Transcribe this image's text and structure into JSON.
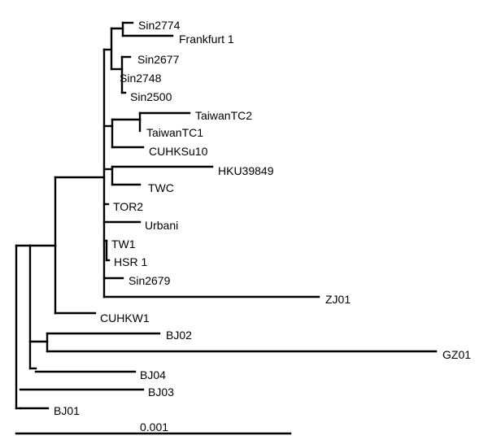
{
  "tree": {
    "leaves": [
      "Sin2774",
      "Frankfurt 1",
      "Sin2677",
      "Sin2748",
      "Sin2500",
      "TaiwanTC2",
      "TaiwanTC1",
      "CUHKSu10",
      "HKU39849",
      "TWC",
      "TOR2",
      "Urbani",
      "TW1",
      "HSR 1",
      "Sin2679",
      "ZJ01",
      "CUHKW1",
      "BJ02",
      "GZ01",
      "BJ04",
      "BJ03",
      "BJ01"
    ],
    "scale_bar_label": "0.001"
  }
}
